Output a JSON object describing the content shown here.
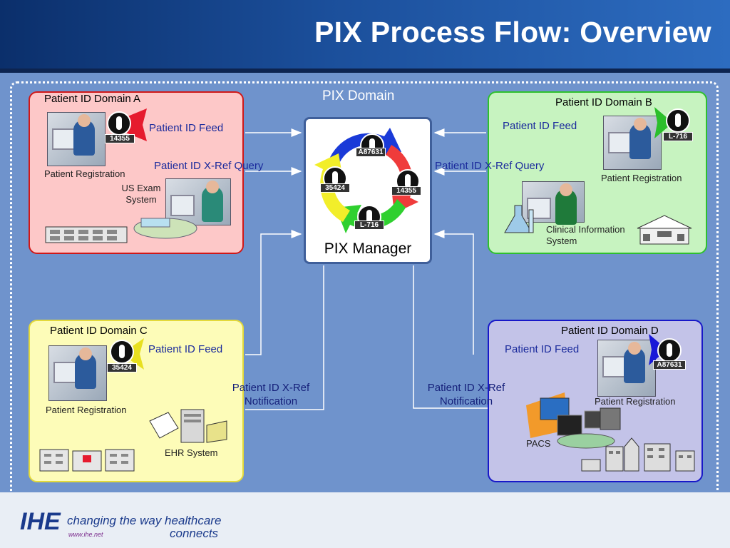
{
  "header": {
    "title": "PIX Process Flow: Overview"
  },
  "pix_domain": {
    "title": "PIX Domain",
    "manager_label": "PIX Manager",
    "ring_ids": [
      "A87631",
      "14355",
      "L-716",
      "35424"
    ]
  },
  "domain_a": {
    "title": "Patient ID Domain A",
    "patient_registration": "Patient Registration",
    "id": "14355",
    "system": "US Exam System",
    "feed_label": "Patient ID Feed",
    "query_label": "Patient ID X-Ref Query"
  },
  "domain_b": {
    "title": "Patient ID Domain B",
    "patient_registration": "Patient Registration",
    "id": "L-716",
    "system": "Clinical Information System",
    "feed_label": "Patient ID Feed",
    "query_label": "Patient ID X-Ref Query"
  },
  "domain_c": {
    "title": "Patient ID Domain C",
    "patient_registration": "Patient Registration",
    "id": "35424",
    "system": "EHR System",
    "feed_label": "Patient ID Feed",
    "notification_label": "Patient ID X-Ref Notification"
  },
  "domain_d": {
    "title": "Patient ID Domain D",
    "patient_registration": "Patient Registration",
    "id": "A87631",
    "system": "PACS",
    "feed_label": "Patient ID Feed",
    "notification_label": "Patient ID X-Ref Notification"
  },
  "footer": {
    "logo": "IHE",
    "tagline_1": "changing the way healthcare",
    "tagline_2": "connects",
    "url": "www.ihe.net"
  },
  "colors": {
    "domain_a": "#fdc8c8",
    "domain_b": "#c7f3c0",
    "domain_c": "#fdfcb8",
    "domain_d": "#c3c3e8",
    "background": "#6f93cc"
  }
}
